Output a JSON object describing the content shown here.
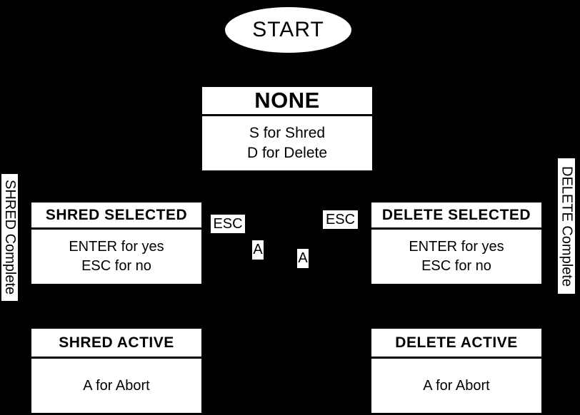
{
  "diagram": {
    "colors": {
      "background": "#000000",
      "node_fill": "#ffffff",
      "text": "#000000",
      "separator": "#000000"
    },
    "start": {
      "label": "START"
    },
    "nodes": [
      {
        "id": "none",
        "title": "NONE",
        "lines": [
          "S for Shred",
          "D for Delete"
        ]
      },
      {
        "id": "shred-selected",
        "title": "SHRED SELECTED",
        "lines": [
          "ENTER for yes",
          "ESC for no"
        ]
      },
      {
        "id": "delete-selected",
        "title": "DELETE SELECTED",
        "lines": [
          "ENTER for yes",
          "ESC for no"
        ]
      },
      {
        "id": "shred-active",
        "title": "SHRED ACTIVE",
        "lines": [
          "A for Abort"
        ]
      },
      {
        "id": "delete-active",
        "title": "DELETE ACTIVE",
        "lines": [
          "A for Abort"
        ]
      }
    ],
    "edge_labels": [
      {
        "id": "esc-left",
        "text": "ESC"
      },
      {
        "id": "esc-right",
        "text": "ESC"
      },
      {
        "id": "a-left",
        "text": "A"
      },
      {
        "id": "a-right",
        "text": "A"
      }
    ],
    "side_labels": [
      {
        "id": "shred-complete",
        "text": "SHRED Complete"
      },
      {
        "id": "delete-complete",
        "text": "DELETE Complete"
      }
    ]
  }
}
